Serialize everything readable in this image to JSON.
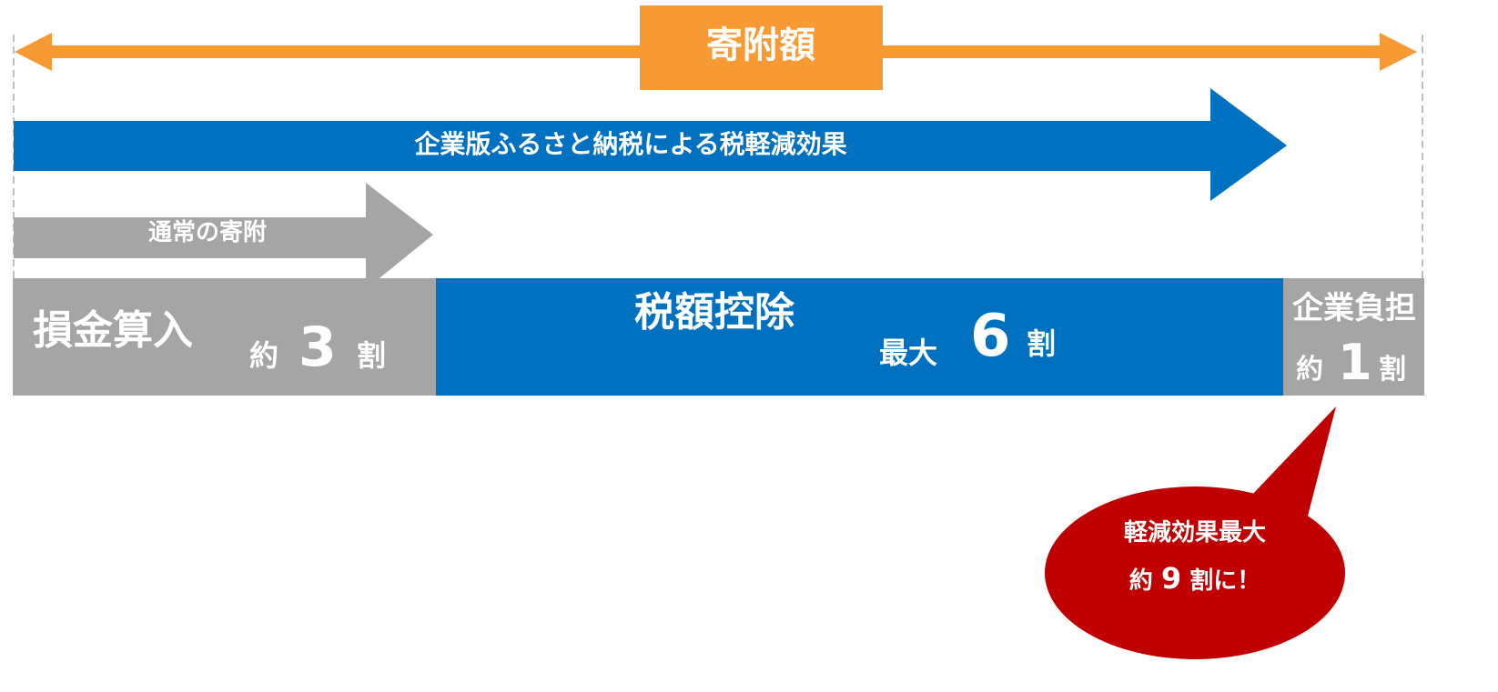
{
  "colors": {
    "orange": "#F79A34",
    "blue": "#0070C0",
    "gray": "#A5A5A5",
    "red": "#C00000",
    "dashed_guide": "#BFBFBF"
  },
  "donation_amount": {
    "label": "寄附額"
  },
  "furusato_arrow": {
    "label": "企業版ふるさと納税による税軽減効果"
  },
  "normal_arrow": {
    "label": "通常の寄附"
  },
  "segments": {
    "deduction": {
      "label": "損金算入",
      "prefix": "約",
      "value": "3",
      "unit": "割"
    },
    "tax_credit": {
      "label": "税額控除",
      "prefix": "最大",
      "value": "6",
      "unit": "割"
    },
    "burden": {
      "label": "企業負担",
      "prefix": "約",
      "value": "1",
      "unit": "割"
    }
  },
  "callout": {
    "line1": "軽減効果最大",
    "line2_prefix": "約",
    "line2_value": "9",
    "line2_suffix": "割に！"
  }
}
